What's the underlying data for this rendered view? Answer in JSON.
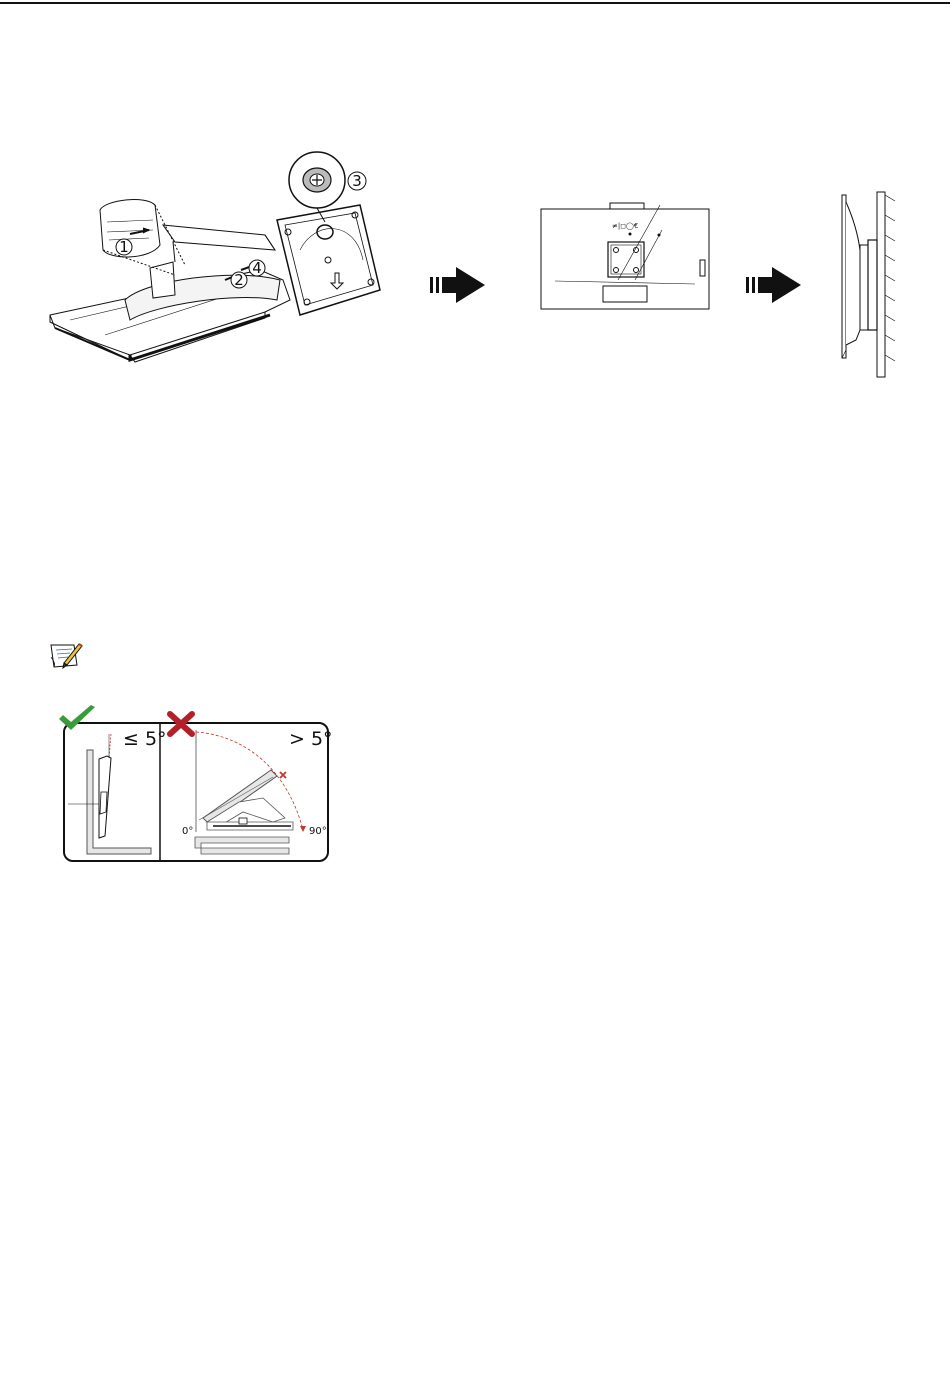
{
  "installation": {
    "steps": [
      "1",
      "2",
      "3",
      "4"
    ]
  },
  "tilt_note": {
    "allowed_label": "≤ 5°",
    "not_allowed_label": "> 5°",
    "angle_start": "0°",
    "angle_end": "90°"
  }
}
